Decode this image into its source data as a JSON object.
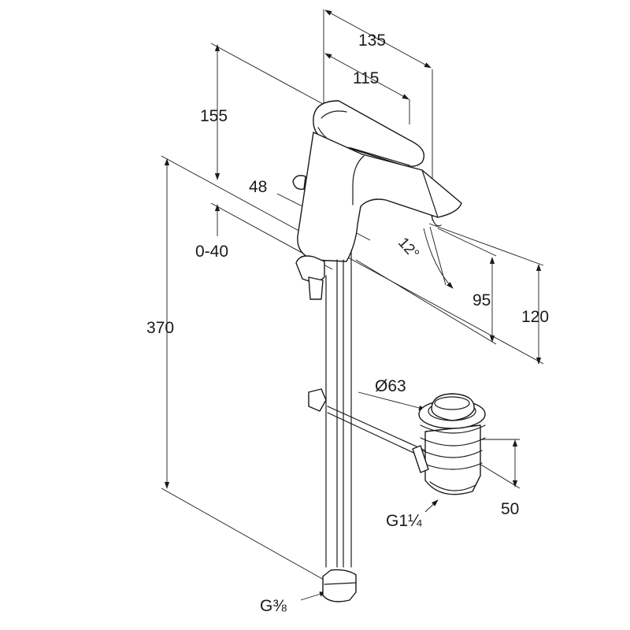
{
  "dimensions": {
    "d135": "135",
    "d115": "115",
    "d155": "155",
    "d48": "48",
    "d0_40": "0-40",
    "angle": "12°",
    "d95": "95",
    "d120": "120",
    "d370": "370",
    "dia63": "Ø63",
    "d50": "50",
    "thread_waste": "G1¼",
    "thread_supply": "G⅜"
  },
  "colors": {
    "line": "#1a1a1a",
    "background": "#ffffff"
  }
}
